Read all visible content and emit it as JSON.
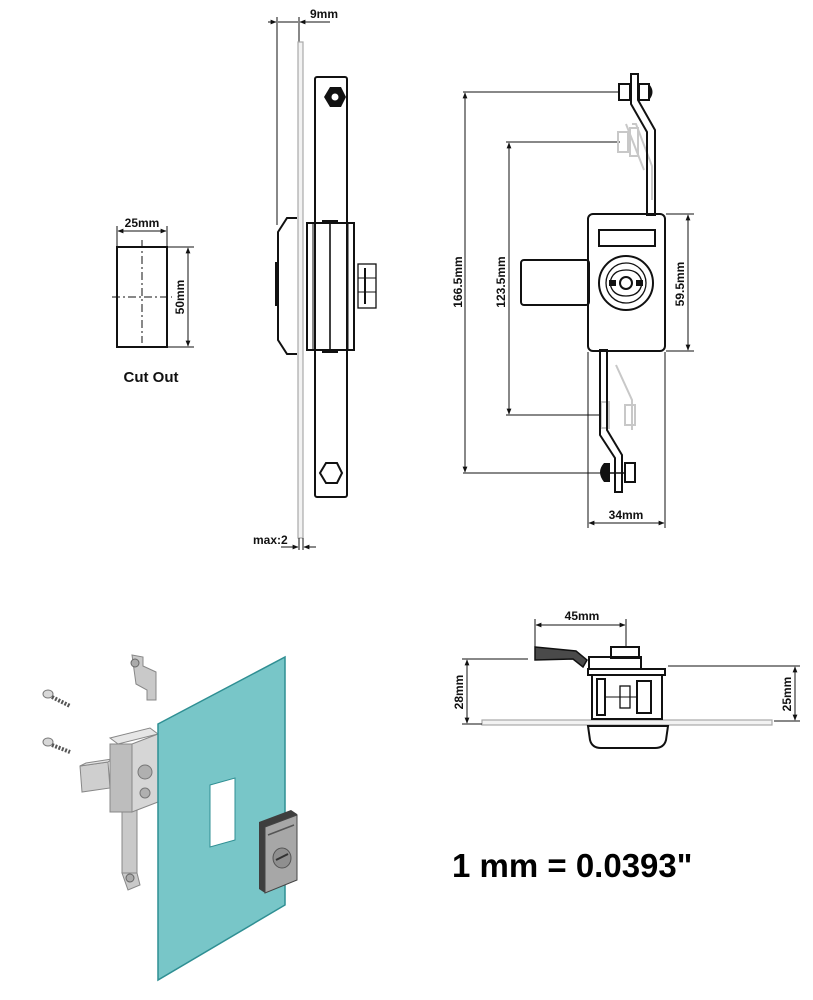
{
  "title": "Rod lock dimensional drawing",
  "colors": {
    "line": "#111111",
    "ghost": "#c8c8c8",
    "panel_teal": "#78c6c8",
    "panel_edge": "#2f8f93",
    "metal": "#bdbdbd",
    "handle_dark": "#4a4a4a"
  },
  "cutout": {
    "caption": "Cut Out",
    "width_label": "25mm",
    "height_label": "50mm"
  },
  "side_view": {
    "thickness_label": "9mm",
    "panel_max_label": "max:2"
  },
  "front_view": {
    "overall_height_label": "166.5mm",
    "inner_height_label": "123.5mm",
    "body_height_label": "59.5mm",
    "body_width_label": "34mm"
  },
  "top_view": {
    "handle_reach_label": "45mm",
    "total_depth_label": "28mm",
    "body_depth_label": "25mm"
  },
  "isometric": {
    "description": "Exploded isometric view: lock body with rods, two screws, teal mounting panel with cut-out, handle on front"
  },
  "conversion": {
    "text": "1 mm = 0.0393\""
  }
}
